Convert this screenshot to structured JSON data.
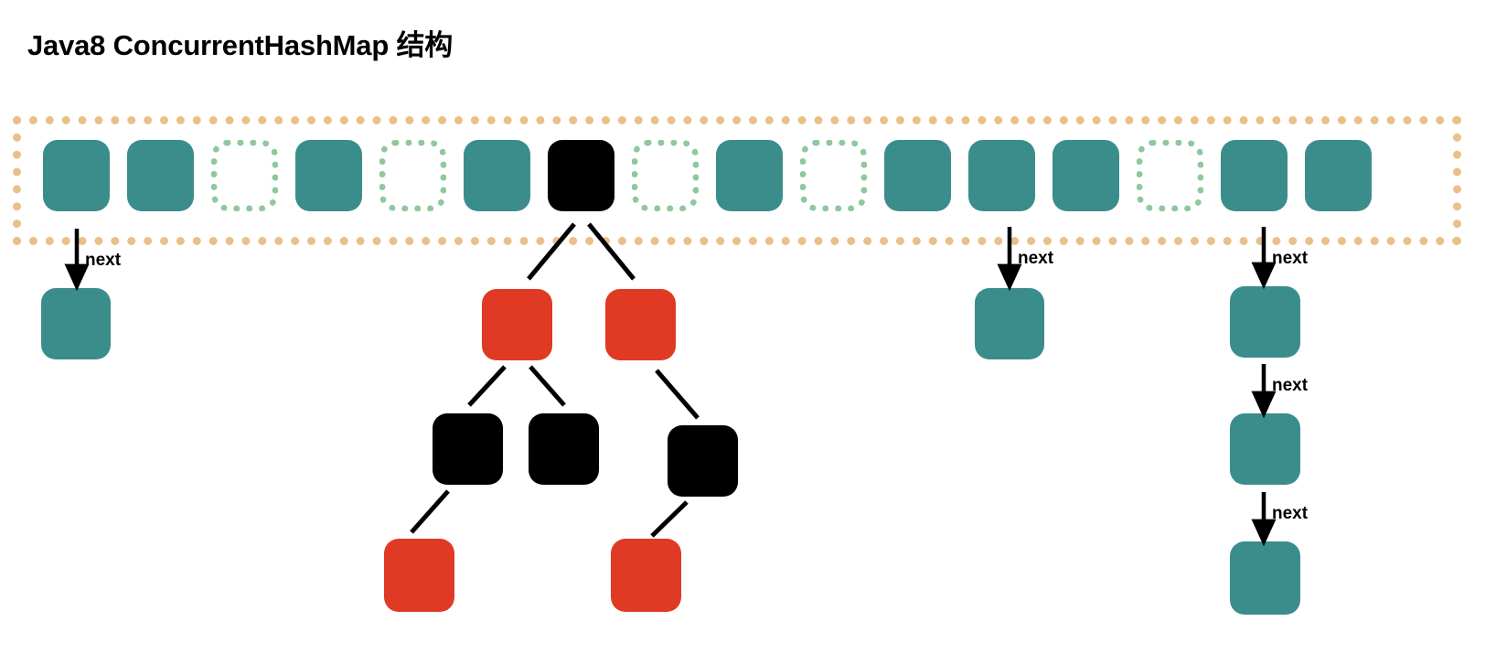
{
  "title": "Java8 ConcurrentHashMap 结构",
  "colors": {
    "filled_node": "#3b8d8c",
    "black_node": "#000000",
    "red_node": "#e03a24",
    "empty_node_border": "#8fc89c",
    "array_border": "#e8c188",
    "edge": "#000000",
    "background": "#ffffff",
    "text": "#000000"
  },
  "array": {
    "name": "hash-table-array",
    "cell_count": 16,
    "cells": [
      {
        "index": 0,
        "state": "filled"
      },
      {
        "index": 1,
        "state": "filled"
      },
      {
        "index": 2,
        "state": "empty"
      },
      {
        "index": 3,
        "state": "filled"
      },
      {
        "index": 4,
        "state": "empty"
      },
      {
        "index": 5,
        "state": "filled"
      },
      {
        "index": 6,
        "state": "black"
      },
      {
        "index": 7,
        "state": "empty"
      },
      {
        "index": 8,
        "state": "filled"
      },
      {
        "index": 9,
        "state": "empty"
      },
      {
        "index": 10,
        "state": "filled"
      },
      {
        "index": 11,
        "state": "filled"
      },
      {
        "index": 12,
        "state": "filled"
      },
      {
        "index": 13,
        "state": "empty"
      },
      {
        "index": 14,
        "state": "filled"
      },
      {
        "index": 15,
        "state": "filled"
      }
    ]
  },
  "link_labels": {
    "next": "next"
  },
  "chains": [
    {
      "name": "chain-bucket-0",
      "source_cell_index": 0,
      "nodes": [
        {
          "state": "filled"
        }
      ],
      "link_label": "next"
    },
    {
      "name": "chain-bucket-11",
      "source_cell_index": 11,
      "nodes": [
        {
          "state": "filled"
        }
      ],
      "link_label": "next"
    },
    {
      "name": "chain-bucket-14",
      "source_cell_index": 14,
      "nodes": [
        {
          "state": "filled"
        },
        {
          "state": "filled"
        },
        {
          "state": "filled"
        }
      ],
      "link_label": "next"
    }
  ],
  "tree": {
    "name": "red-black-tree-bucket-6",
    "root_cell_index": 6,
    "nodes": [
      {
        "id": "t-l1-left",
        "state": "red",
        "level": 1
      },
      {
        "id": "t-l1-right",
        "state": "red",
        "level": 1
      },
      {
        "id": "t-l2-a",
        "state": "black",
        "level": 2
      },
      {
        "id": "t-l2-b",
        "state": "black",
        "level": 2
      },
      {
        "id": "t-l2-c",
        "state": "black",
        "level": 2
      },
      {
        "id": "t-l3-a",
        "state": "red",
        "level": 3
      },
      {
        "id": "t-l3-b",
        "state": "red",
        "level": 3
      }
    ]
  }
}
